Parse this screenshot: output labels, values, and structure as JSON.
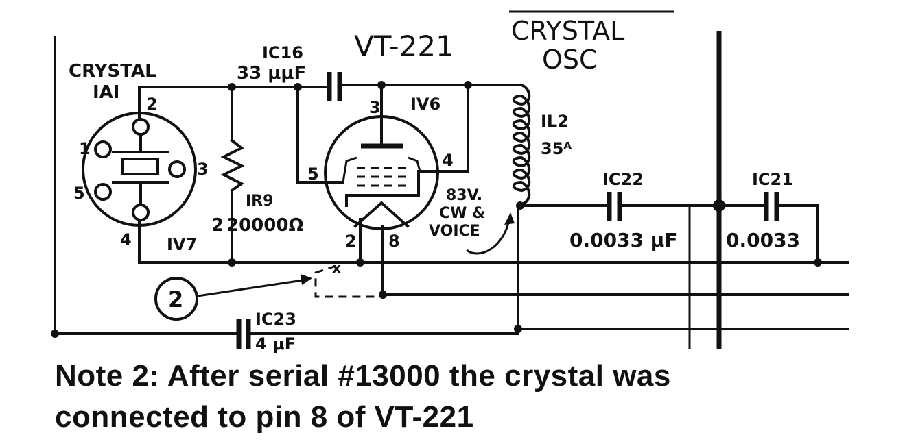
{
  "diagram": {
    "tube": "VT-221",
    "section_title_line1": "CRYSTAL",
    "section_title_line2": "OSC",
    "crystal_label_line1": "CRYSTAL",
    "crystal_label_line2": "IAI",
    "crystal_pins": [
      "1",
      "2",
      "3",
      "4",
      "5"
    ],
    "cap_1c16_name": "IC16",
    "cap_1c16_value": "33 μμF",
    "resistor_name": "IR9",
    "resistor_value": "20000Ω",
    "resistor_pin": "2",
    "tube_socket": "IV6",
    "crystal_socket": "IV7",
    "tube_pins": [
      "3",
      "4",
      "5",
      "2",
      "8"
    ],
    "inductor_name": "IL2",
    "inductor_value": "35ᴬ",
    "voltage_note_line1": "83V.",
    "voltage_note_line2": "CW &",
    "voltage_note_line3": "VOICE",
    "cap_1c22_name": "IC22",
    "cap_1c22_value": "0.0033 μF",
    "cap_1c21_name": "IC21",
    "cap_1c21_value": "0.0033",
    "cap_1c23_name": "IC23",
    "cap_1c23_value": "4 μF",
    "callout_number": "2",
    "modification_mark": "x"
  },
  "note": {
    "line1": "Note 2: After serial #13000 the crystal was",
    "line2": "connected to pin 8 of  VT-221"
  }
}
